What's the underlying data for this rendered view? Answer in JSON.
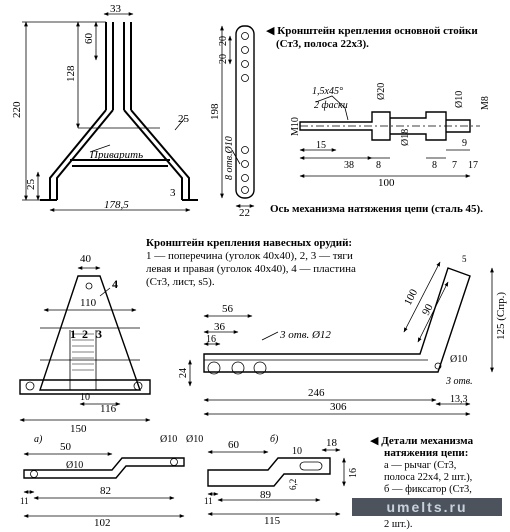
{
  "captions": {
    "bracket_main": [
      "Кронштейн крепления основной стойки",
      "(Ст3, полоса 22х3)."
    ],
    "axle": "Ось механизма натяжения цепи (сталь 45).",
    "hitch": [
      "Кронштейн крепления навесных орудий:",
      "1 — поперечина (уголок 40х40), 2, 3 — тяги",
      "левая и правая (уголок 40х40), 4 — пластина",
      "(Ст3, лист, s5)."
    ],
    "chain": [
      "Детали механизма",
      "натяжения цепи:",
      "а — рычаг (Ст3,",
      "полоса 22х4, 2 шт.),",
      "б — фиксатор (Ст3,",
      "2 шт.)."
    ]
  },
  "frame_dims": {
    "d33": "33",
    "d60": "60",
    "d128": "128",
    "d220": "220",
    "d25a": "25",
    "d25b": "25",
    "d3": "3",
    "d178": "178,5",
    "weld": "Приварить"
  },
  "strip_dims": {
    "d20a": "20",
    "d20b": "20",
    "d198": "198",
    "d22": "22",
    "holes": "8 отв.Ø10"
  },
  "axle_dims": {
    "chamfer1": "1,5x45°",
    "chamfer2": "2 фаски",
    "m10": "М10",
    "d20": "Ø20",
    "d10": "Ø10",
    "m8": "М8",
    "d18": "Ø18",
    "d15": "15",
    "d38": "38",
    "d8a": "8",
    "d8b": "8",
    "d9": "9",
    "d7": "7",
    "d17": "17",
    "d100": "100"
  },
  "hitch_dims": {
    "d40": "40",
    "d110": "110",
    "d150": "150",
    "d10": "10",
    "d116": "116",
    "n1": "1",
    "n2": "2",
    "n3": "3",
    "n4": "4"
  },
  "arm_dims": {
    "d56": "56",
    "d36": "36",
    "d16": "16",
    "d24": "24",
    "holes": "3 отв. Ø12",
    "d246": "246",
    "d306": "306",
    "d100": "100",
    "d90": "90",
    "d5": "5",
    "d125": "125 (Спр.)",
    "d10": "Ø10",
    "holes2": "3 отв.",
    "d13": "13,3"
  },
  "lever_dims": {
    "label": "а)",
    "d50": "50",
    "d10a": "Ø10",
    "d10b": "Ø10",
    "d10c": "Ø10",
    "d11": "11",
    "d82": "82",
    "d102": "102"
  },
  "fixer_dims": {
    "label": "б)",
    "d60": "60",
    "d10": "10",
    "d18": "18",
    "d62": "6,2",
    "d11": "11",
    "d89": "89",
    "d16": "16",
    "d115": "115"
  },
  "watermark": "umelts.ru"
}
